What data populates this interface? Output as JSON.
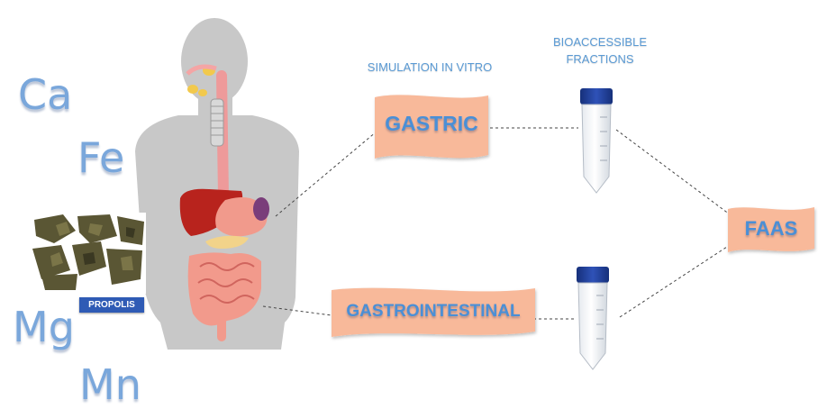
{
  "elements": {
    "ca": "Ca",
    "fe": "Fe",
    "mg": "Mg",
    "mn": "Mn"
  },
  "sample": {
    "label": "PROPOLIS"
  },
  "headings": {
    "simulation": "SIMULATION  IN VITRO",
    "bioaccessible_line1": "BIOACCESSIBLE",
    "bioaccessible_line2": "FRACTIONS"
  },
  "steps": {
    "gastric": "GASTRIC",
    "gastrointestinal": "GASTROINTESTINAL",
    "faas": "FAAS"
  },
  "colors": {
    "banner_fill": "#f8b99a",
    "banner_text": "#4a8fd6",
    "element_text": "#7aa7db",
    "tube_cap": "#1f3c8f",
    "silhouette": "#c8c8c8",
    "heading_text": "#5b9bd5",
    "propolis_tag": "#2f5bb5"
  },
  "icons": [
    "human-silhouette-icon",
    "digestive-system-icon",
    "propolis-photo",
    "falcon-tube-icon"
  ]
}
